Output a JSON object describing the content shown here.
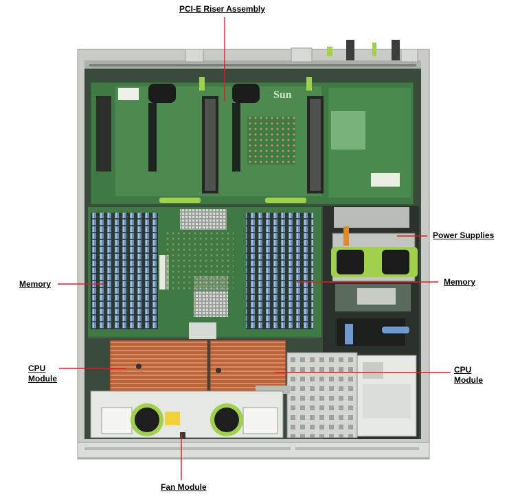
{
  "labels": {
    "pcie_riser": "PCI-E Riser Assembly",
    "power_supplies": "Power Supplies",
    "memory_left": "Memory",
    "memory_right": "Memory",
    "cpu_left_line1": "CPU",
    "cpu_left_line2": "Module",
    "cpu_right_line1": "CPU",
    "cpu_right_line2": "Module",
    "fan_module": "Fan Module",
    "logo": "Sun"
  },
  "colors": {
    "leader_line": "#e8191e",
    "pcb_green": "#3f7a45",
    "chassis": "#c9ccc6",
    "memory_blue": "#6d8fb5",
    "copper": "#c8714a",
    "latch_green": "#9fd24a"
  }
}
